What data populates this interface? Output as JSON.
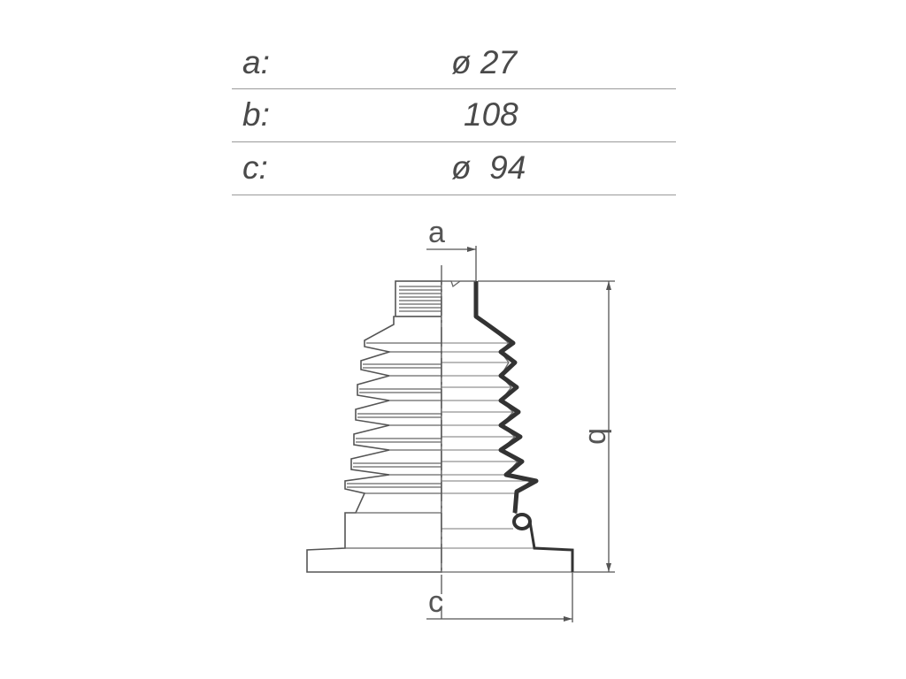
{
  "specs": [
    {
      "label": "a:",
      "value": "ø 27"
    },
    {
      "label": "b:",
      "value": "108"
    },
    {
      "label": "c:",
      "value": "ø  94"
    }
  ],
  "dimensions": {
    "a": "a",
    "b": "b",
    "c": "c"
  },
  "colors": {
    "line": "#555555",
    "outline": "#333333",
    "rule": "#9a9a9a"
  }
}
